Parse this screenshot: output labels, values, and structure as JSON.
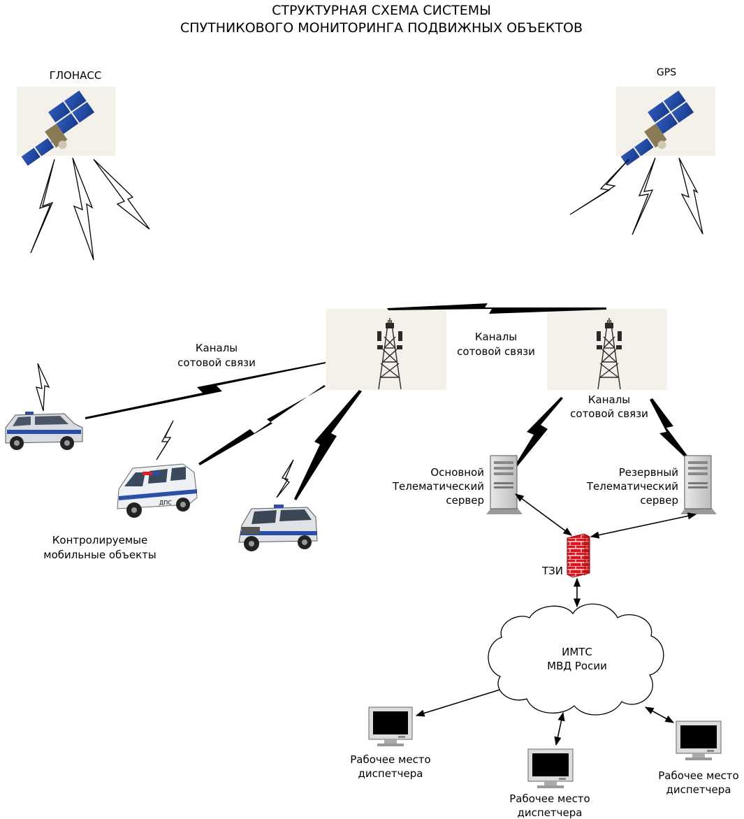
{
  "title": {
    "line1": "СТРУКТУРНАЯ СХЕМА СИСТЕМЫ",
    "line2": "СПУТНИКОВОГО МОНИТОРИНГА ПОДВИЖНЫХ ОБЪЕКТОВ"
  },
  "satellites": {
    "glonass": "ГЛОНАСС",
    "gps": "GPS"
  },
  "channels": {
    "left_1": "Каналы",
    "left_2": "сотовой связи",
    "middle_1": "Каналы",
    "middle_2": "сотовой связи",
    "right_1": "Каналы",
    "right_2": "сотовой связи"
  },
  "objects": {
    "line1": "Контролируемые",
    "line2": "мобильные объекты",
    "van_badge": "ДПС"
  },
  "servers": {
    "main_1": "Основной",
    "main_2": "Телематический",
    "main_3": "сервер",
    "reserve_1": "Резервный",
    "reserve_2": "Телематический",
    "reserve_3": "сервер"
  },
  "firewall": "ТЗИ",
  "network": {
    "line1": "ИМТС",
    "line2": "МВД Росии"
  },
  "workstations": {
    "left_1": "Рабочее место",
    "left_2": "диспетчера",
    "center_1": "Рабочее место",
    "center_2": "диспетчера",
    "right_1": "Рабочее место",
    "right_2": "диспетчера"
  }
}
